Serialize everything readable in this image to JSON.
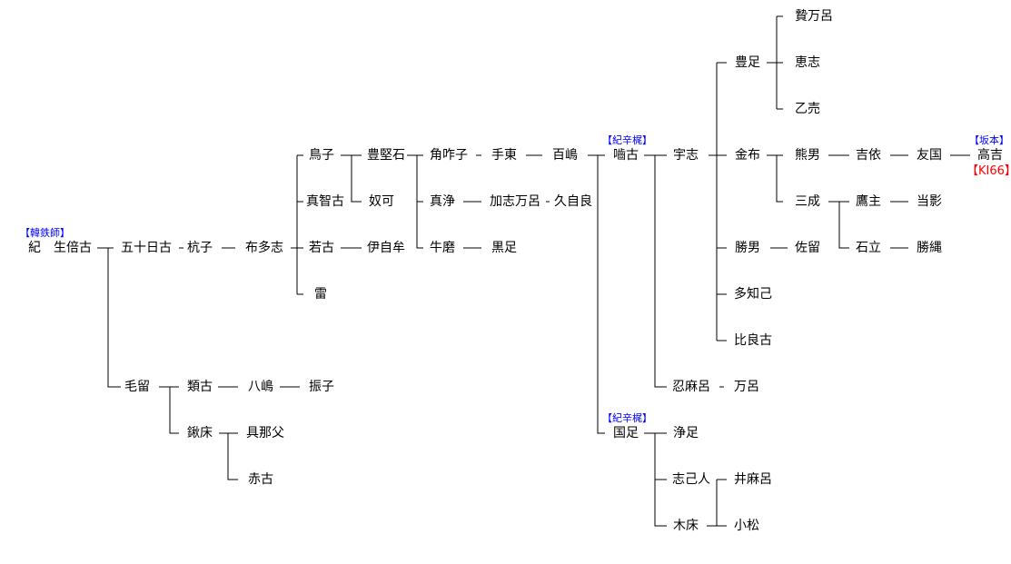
{
  "persons": [
    "紀",
    "生倍古",
    "五十日古",
    "杭子",
    "布多志",
    "鳥子",
    "真智古",
    "若古",
    "雷",
    "豊堅石",
    "奴可",
    "伊自牟",
    "角咋子",
    "真浄",
    "牛磨",
    "手東",
    "加志万呂",
    "久自良",
    "黒足",
    "百嶋",
    "嚙古",
    "宇志",
    "忍麻呂",
    "万呂",
    "国足",
    "浄足",
    "志己人",
    "木床",
    "井麻呂",
    "小松",
    "豊足",
    "贄万呂",
    "恵志",
    "乙売",
    "金布",
    "熊男",
    "三成",
    "吉依",
    "友国",
    "高吉",
    "鷹主",
    "石立",
    "当影",
    "勝縄",
    "勝男",
    "佐留",
    "多知己",
    "比良古",
    "毛留",
    "類古",
    "八嶋",
    "振子",
    "鍬床",
    "具那父",
    "赤古"
  ],
  "tags": {
    "kankanushi": "【韓鉄師】",
    "kinokara1": "【紀辛梶】",
    "kinokara2": "【紀辛梶】",
    "sakamoto": "【坂本】",
    "code": "【KI66】"
  },
  "colors": {
    "tag": "#0000ff",
    "code": "#ff0000",
    "line": "#000000"
  }
}
